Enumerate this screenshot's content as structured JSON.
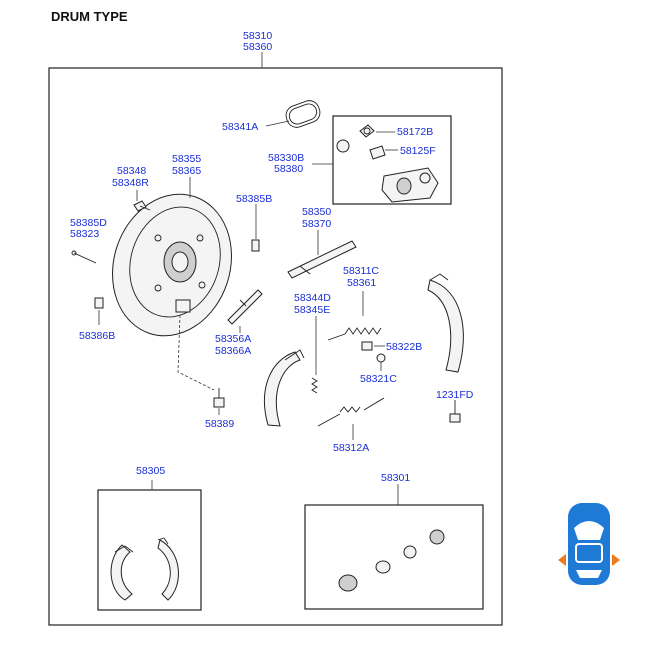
{
  "title": "DRUM TYPE",
  "labels": {
    "p58310": "58310",
    "p58360": "58360",
    "p58341A": "58341A",
    "p58172B": "58172B",
    "p58125F": "58125F",
    "p58330B": "58330B",
    "p58380": "58380",
    "p58348": "58348",
    "p58348R": "58348R",
    "p58355": "58355",
    "p58365": "58365",
    "p58385B": "58385B",
    "p58350": "58350",
    "p58370": "58370",
    "p58385D": "58385D",
    "p58323": "58323",
    "p58311C": "58311C",
    "p58361": "58361",
    "p58344D": "58344D",
    "p58345E": "58345E",
    "p58386B": "58386B",
    "p58356A": "58356A",
    "p58366A": "58366A",
    "p58322B": "58322B",
    "p58321C": "58321C",
    "p1231FD": "1231FD",
    "p58389": "58389",
    "p58312A": "58312A",
    "p58305": "58305",
    "p58301": "58301"
  },
  "colors": {
    "label": "#1a2fd6",
    "car_body": "#1f7ad6",
    "indicator": "#f07a1e"
  },
  "icons": {
    "position_indicator": "car-top-view-rear-wheels-icon"
  }
}
